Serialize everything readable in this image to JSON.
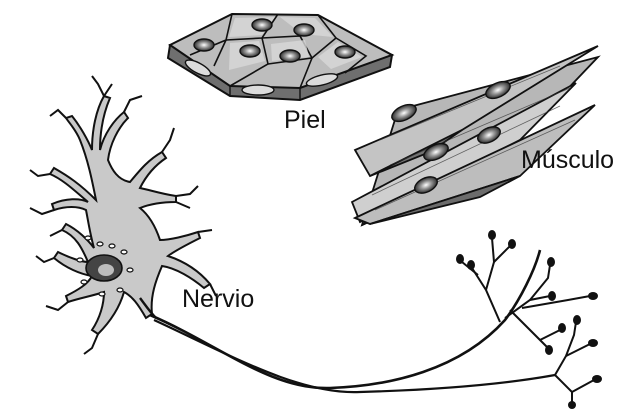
{
  "labels": {
    "skin": "Piel",
    "muscle": "Músculo",
    "nerve": "Nervio"
  },
  "colors": {
    "cell_fill": "#c8c8c8",
    "cell_dark": "#7d7d7d",
    "nucleus": "#3a3a3a",
    "outline": "#111111"
  }
}
